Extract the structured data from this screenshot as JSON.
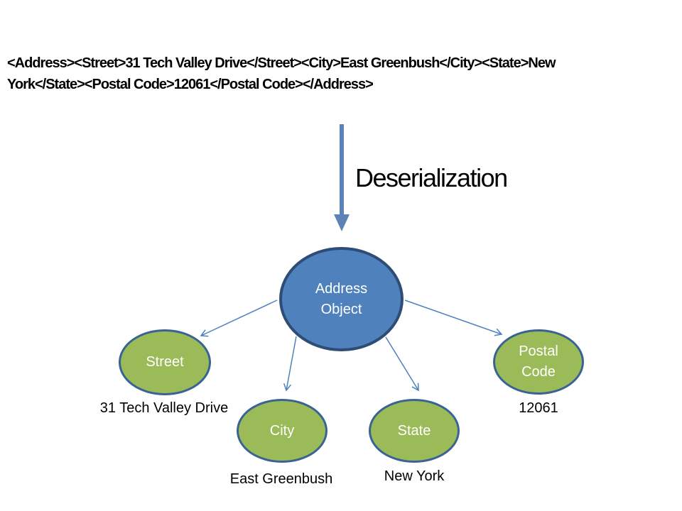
{
  "xml_text": {
    "line1": "<Address><Street>31 Tech Valley Drive</Street><City>East Greenbush</City><State>New",
    "line2": "York</State><Postal Code>12061</Postal Code></Address>"
  },
  "process_label": "Deserialization",
  "diagram": {
    "root": {
      "label": "Address Object"
    },
    "children": [
      {
        "label": "Street",
        "value": "31 Tech Valley Drive"
      },
      {
        "label": "City",
        "value": "East Greenbush"
      },
      {
        "label": "State",
        "value": "New York"
      },
      {
        "label": "Postal Code",
        "value": "12061"
      }
    ]
  },
  "colors": {
    "accent_blue": "#4F81BD",
    "node_blue_fill": "#4F81BD",
    "node_blue_border": "#2E4D76",
    "node_green_fill": "#9BBB59",
    "node_green_border": "#3A6394",
    "connector_blue": "#4F81BD",
    "big_arrow_blue": "#5B83B8",
    "text_black": "#000000",
    "node_text_white": "#FFFFFF",
    "background": "#FFFFFF"
  }
}
